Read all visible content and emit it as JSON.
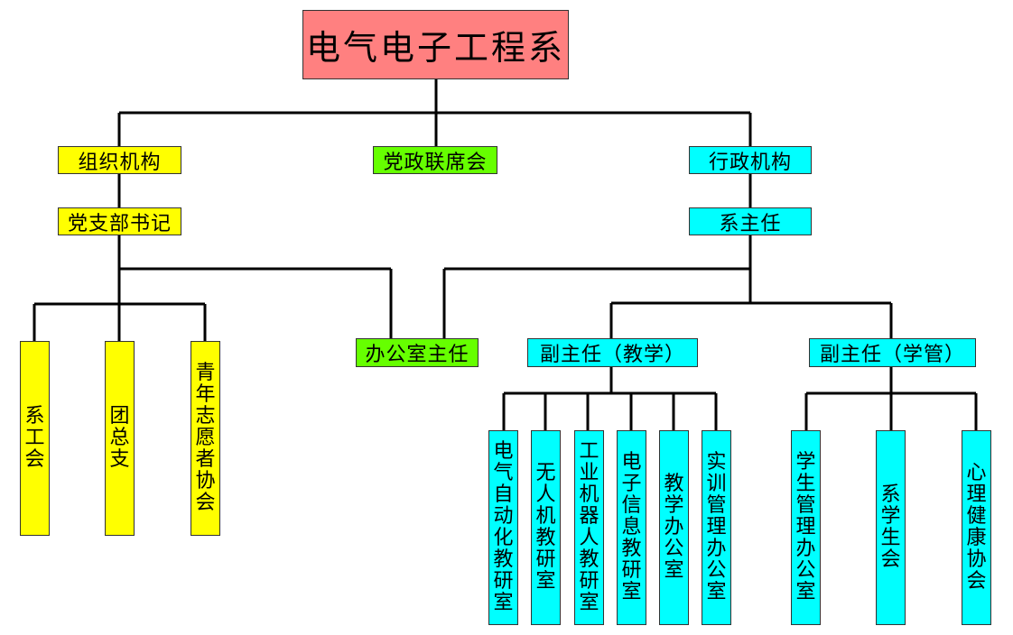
{
  "colors": {
    "root": "#ff8080",
    "party": "#ffff00",
    "joint": "#66ff00",
    "admin": "#00ffff",
    "line": "#000000"
  },
  "root": {
    "label": "电气电子工程系"
  },
  "organization": {
    "label": "组织机构",
    "secretary": "党支部书记",
    "units": [
      "系工会",
      "团总支",
      "青年志愿者协会"
    ]
  },
  "joint_meeting": {
    "label": "党政联席会"
  },
  "office_director": {
    "label": "办公室主任"
  },
  "administration": {
    "label": "行政机构",
    "head": "系主任",
    "deputy_teaching": {
      "label": "副主任（教学）",
      "units": [
        "电气自动化教研室",
        "无人机教研室",
        "工业机器人教研室",
        "电子信息教研室",
        "教学办公室",
        "实训管理办公室"
      ]
    },
    "deputy_students": {
      "label": "副主任（学管）",
      "units": [
        "学生管理办公室",
        "系学生会",
        "心理健康协会"
      ]
    }
  }
}
